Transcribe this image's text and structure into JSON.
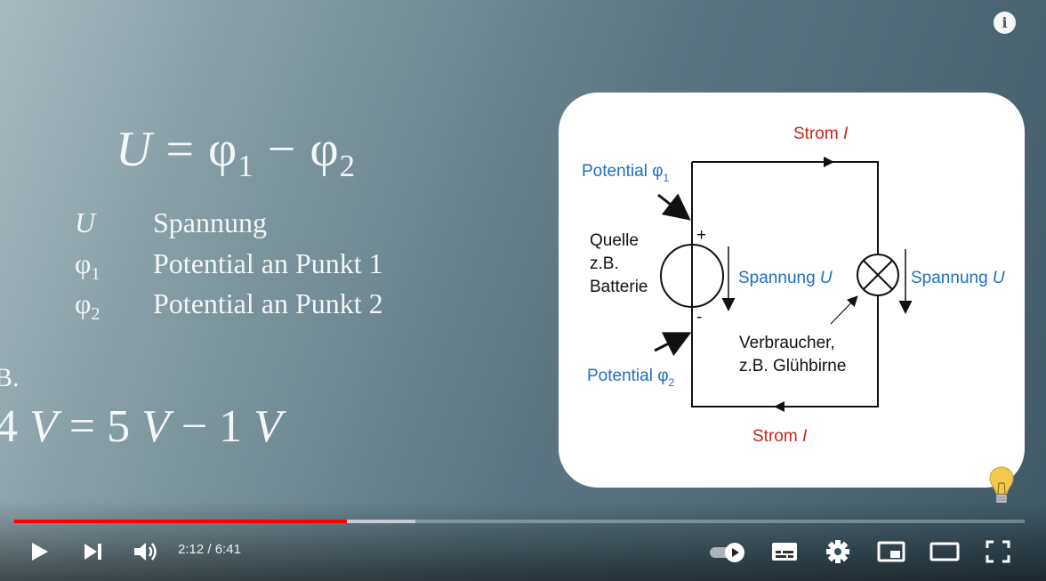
{
  "slide": {
    "formula": {
      "lhs": "U",
      "eq": "=",
      "phi": "φ",
      "sub1": "1",
      "minus": "−",
      "sub2": "2"
    },
    "legend": [
      {
        "symbol": "U",
        "sub": "",
        "text": "Spannung"
      },
      {
        "symbol": "φ",
        "sub": "1",
        "text": "Potential an Punkt 1"
      },
      {
        "symbol": "φ",
        "sub": "2",
        "text": "Potential an Punkt 2"
      }
    ],
    "example_prefix": "B.",
    "example_equation": {
      "part_a": "4 ",
      "v1": "V",
      "mid": " = 5 ",
      "v2": "V",
      "mid2": " − 1 ",
      "v3": "V"
    }
  },
  "diagram": {
    "strom_top": "Strom ",
    "strom_bottom": "Strom ",
    "strom_symbol": "I",
    "potential1": "Potential φ",
    "potential1_sub": "1",
    "potential2": "Potential φ",
    "potential2_sub": "2",
    "source_line1": "Quelle",
    "source_line2": "z.B.",
    "source_line3": "Batterie",
    "plus": "+",
    "minus": "-",
    "voltage_label": "Spannung ",
    "voltage_symbol": "U",
    "consumer_line1": "Verbraucher,",
    "consumer_line2": "z.B. Glühbirne"
  },
  "player": {
    "current_time": "2:12",
    "separator": " / ",
    "duration": "6:41",
    "progress_fraction": 0.329,
    "buffer_fraction": 0.397,
    "info_label": "i",
    "colors": {
      "progress": "#ff0000",
      "red_label": "#c8261a",
      "blue_label": "#1f6fbf"
    },
    "icons": [
      "play-icon",
      "next-icon",
      "volume-icon",
      "autoplay-toggle-icon",
      "subtitles-icon",
      "settings-gear-icon",
      "miniplayer-icon",
      "theater-mode-icon",
      "fullscreen-icon",
      "lightbulb-icon",
      "info-icon"
    ]
  }
}
